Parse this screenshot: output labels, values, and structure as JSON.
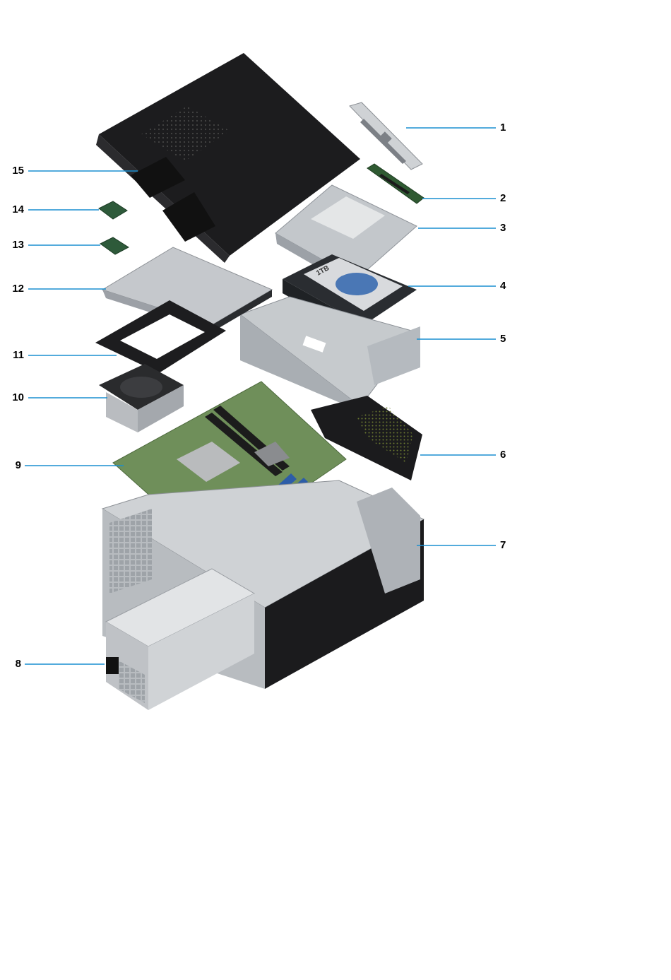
{
  "callouts": [
    {
      "id": "1",
      "label": "1"
    },
    {
      "id": "2",
      "label": "2"
    },
    {
      "id": "3",
      "label": "3"
    },
    {
      "id": "4",
      "label": "4"
    },
    {
      "id": "5",
      "label": "5"
    },
    {
      "id": "6",
      "label": "6"
    },
    {
      "id": "7",
      "label": "7"
    },
    {
      "id": "8",
      "label": "8"
    },
    {
      "id": "9",
      "label": "9"
    },
    {
      "id": "10",
      "label": "10"
    },
    {
      "id": "11",
      "label": "11"
    },
    {
      "id": "12",
      "label": "12"
    },
    {
      "id": "13",
      "label": "13"
    },
    {
      "id": "14",
      "label": "14"
    },
    {
      "id": "15",
      "label": "15"
    }
  ],
  "drive_label": "1TB",
  "colors": {
    "leader_line": "#1a8fd0",
    "chassis_dark": "#1c1c1e",
    "metal": "#c9ccd0",
    "pcb": "#6f8f5a",
    "psu": "#d4d6d8"
  }
}
